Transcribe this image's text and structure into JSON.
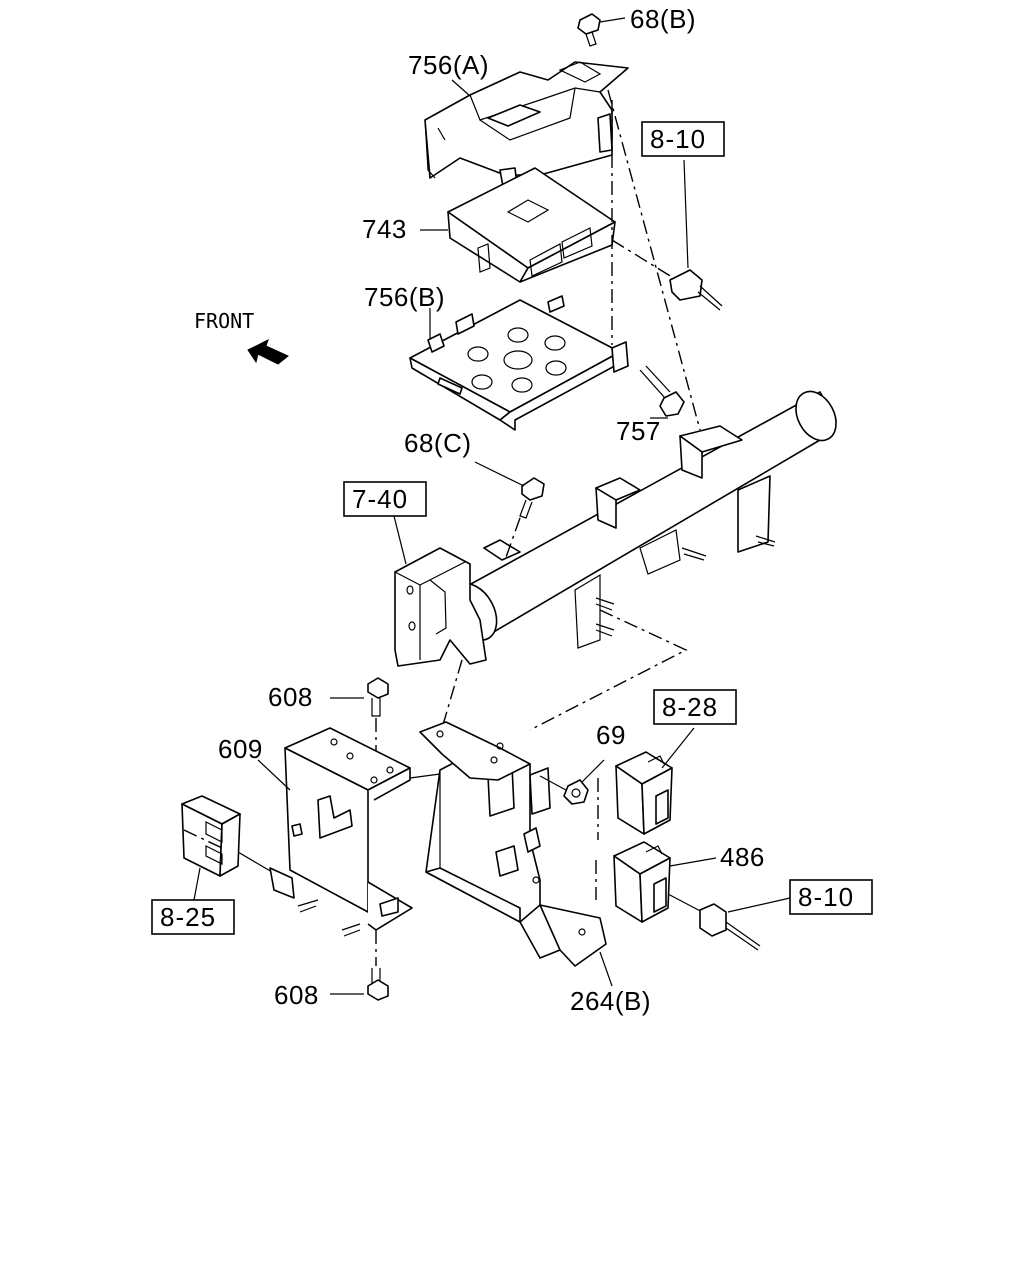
{
  "direction_label": "FRONT",
  "callouts": {
    "p68b": "68(B)",
    "p756a": "756(A)",
    "p743": "743",
    "p756b": "756(B)",
    "p757": "757",
    "p68c": "68(C)",
    "p608_top": "608",
    "p609": "609",
    "p69": "69",
    "p486": "486",
    "p608_bottom": "608",
    "p264b": "264(B)"
  },
  "references": {
    "ref_810_top": "8-10",
    "ref_740": "7-40",
    "ref_828": "8-28",
    "ref_825": "8-25",
    "ref_810_bottom": "8-10"
  }
}
